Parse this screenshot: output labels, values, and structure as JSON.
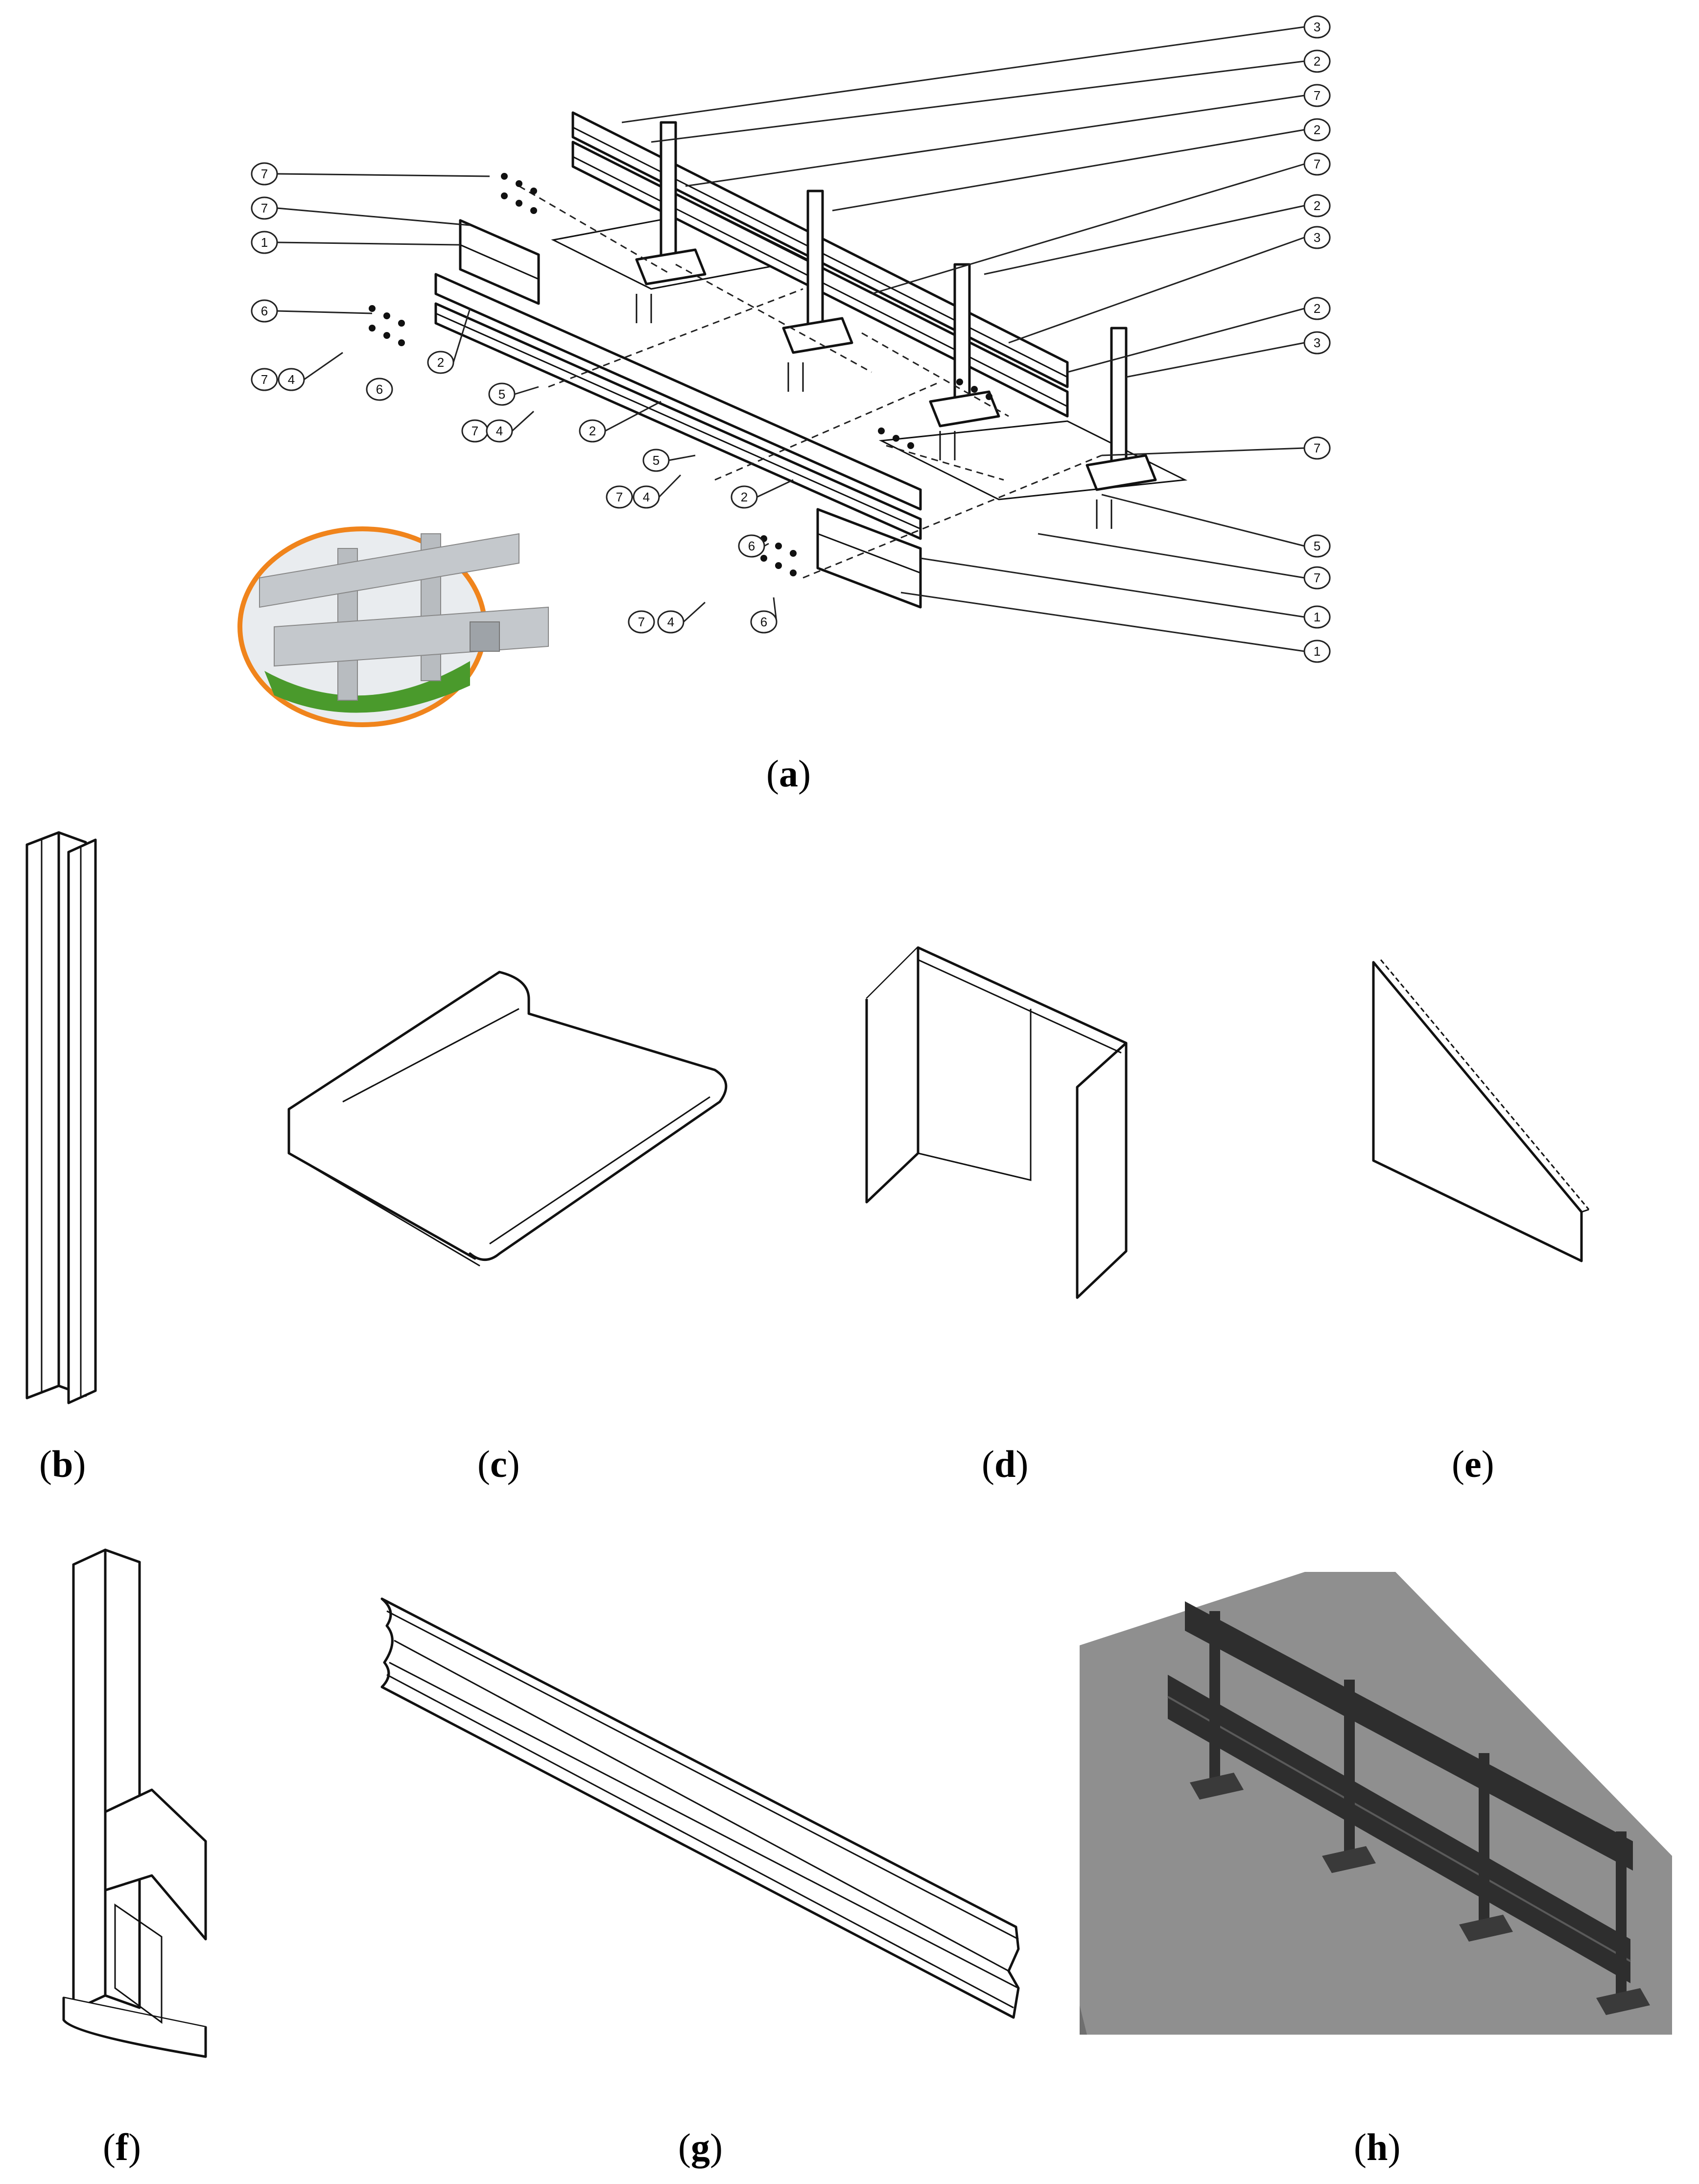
{
  "figure": {
    "panels": [
      {
        "id": "a",
        "caption_letter": "a"
      },
      {
        "id": "b",
        "caption_letter": "b"
      },
      {
        "id": "c",
        "caption_letter": "c"
      },
      {
        "id": "d",
        "caption_letter": "d"
      },
      {
        "id": "e",
        "caption_letter": "e"
      },
      {
        "id": "f",
        "caption_letter": "f"
      },
      {
        "id": "g",
        "caption_letter": "g"
      },
      {
        "id": "h",
        "caption_letter": "h"
      }
    ],
    "callouts_right": [
      "3",
      "2",
      "7",
      "2",
      "7",
      "2",
      "3",
      "2",
      "3",
      "7",
      "5",
      "7",
      "1",
      "1"
    ],
    "callouts_left": [
      "7",
      "7",
      "1",
      "6",
      "7",
      "4",
      "6",
      "2"
    ],
    "callouts_mid": [
      "5",
      "7",
      "4",
      "2",
      "5",
      "7",
      "4",
      "2",
      "6",
      "7",
      "4",
      "6"
    ],
    "colors": {
      "ink": "#111111",
      "photo_frame": "#f0841c",
      "grass": "#4a9a2c",
      "steel": "#b8bcc0",
      "model_surface": "#8f8f8f",
      "model_rail": "#2e2e2e"
    }
  }
}
